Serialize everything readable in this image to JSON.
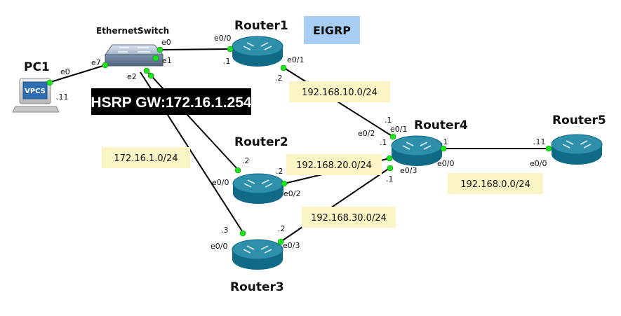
{
  "protocol_label": "EIGRP",
  "hsrp_label": "HSRP GW:172.16.1.254",
  "nodes": {
    "pc1": "PC1",
    "pc1_screen": "VPCS",
    "switch": "EthernetSwitch",
    "router1": "Router1",
    "router2": "Router2",
    "router3": "Router3",
    "router4": "Router4",
    "router5": "Router5"
  },
  "subnets": {
    "lan": "172.16.1.0/24",
    "r1_r4": "192.168.10.0/24",
    "r2_r4": "192.168.20.0/24",
    "r3_r4": "192.168.30.0/24",
    "r4_r5": "192.168.0.0/24"
  },
  "ports": {
    "pc1_e0": "e0",
    "pc1_host": ".11",
    "sw_e7": "e7",
    "sw_e0": "e0",
    "sw_e1": "e1",
    "sw_e2": "e2",
    "r1_e00": "e0/0",
    "r1_host0": ".1",
    "r1_e01": "e0/1",
    "r1_host1": ".2",
    "r2_host0": ".2",
    "r2_e00": "e0/0",
    "r2_host2": ".2",
    "r2_e02": "e0/2",
    "r3_host0": ".3",
    "r3_e00": "e0/0",
    "r3_host3": ".2",
    "r3_e03": "e0/3",
    "r4_host1": ".1",
    "r4_e01": "e0/1",
    "r4_e02": "e0/2",
    "r4_host2": ".1",
    "r4_e03": "e0/3",
    "r4_host3": ".1",
    "r4_host0": ".1",
    "r4_e00": "e0/0",
    "r5_host": ".11",
    "r5_e00": "e0/0"
  }
}
